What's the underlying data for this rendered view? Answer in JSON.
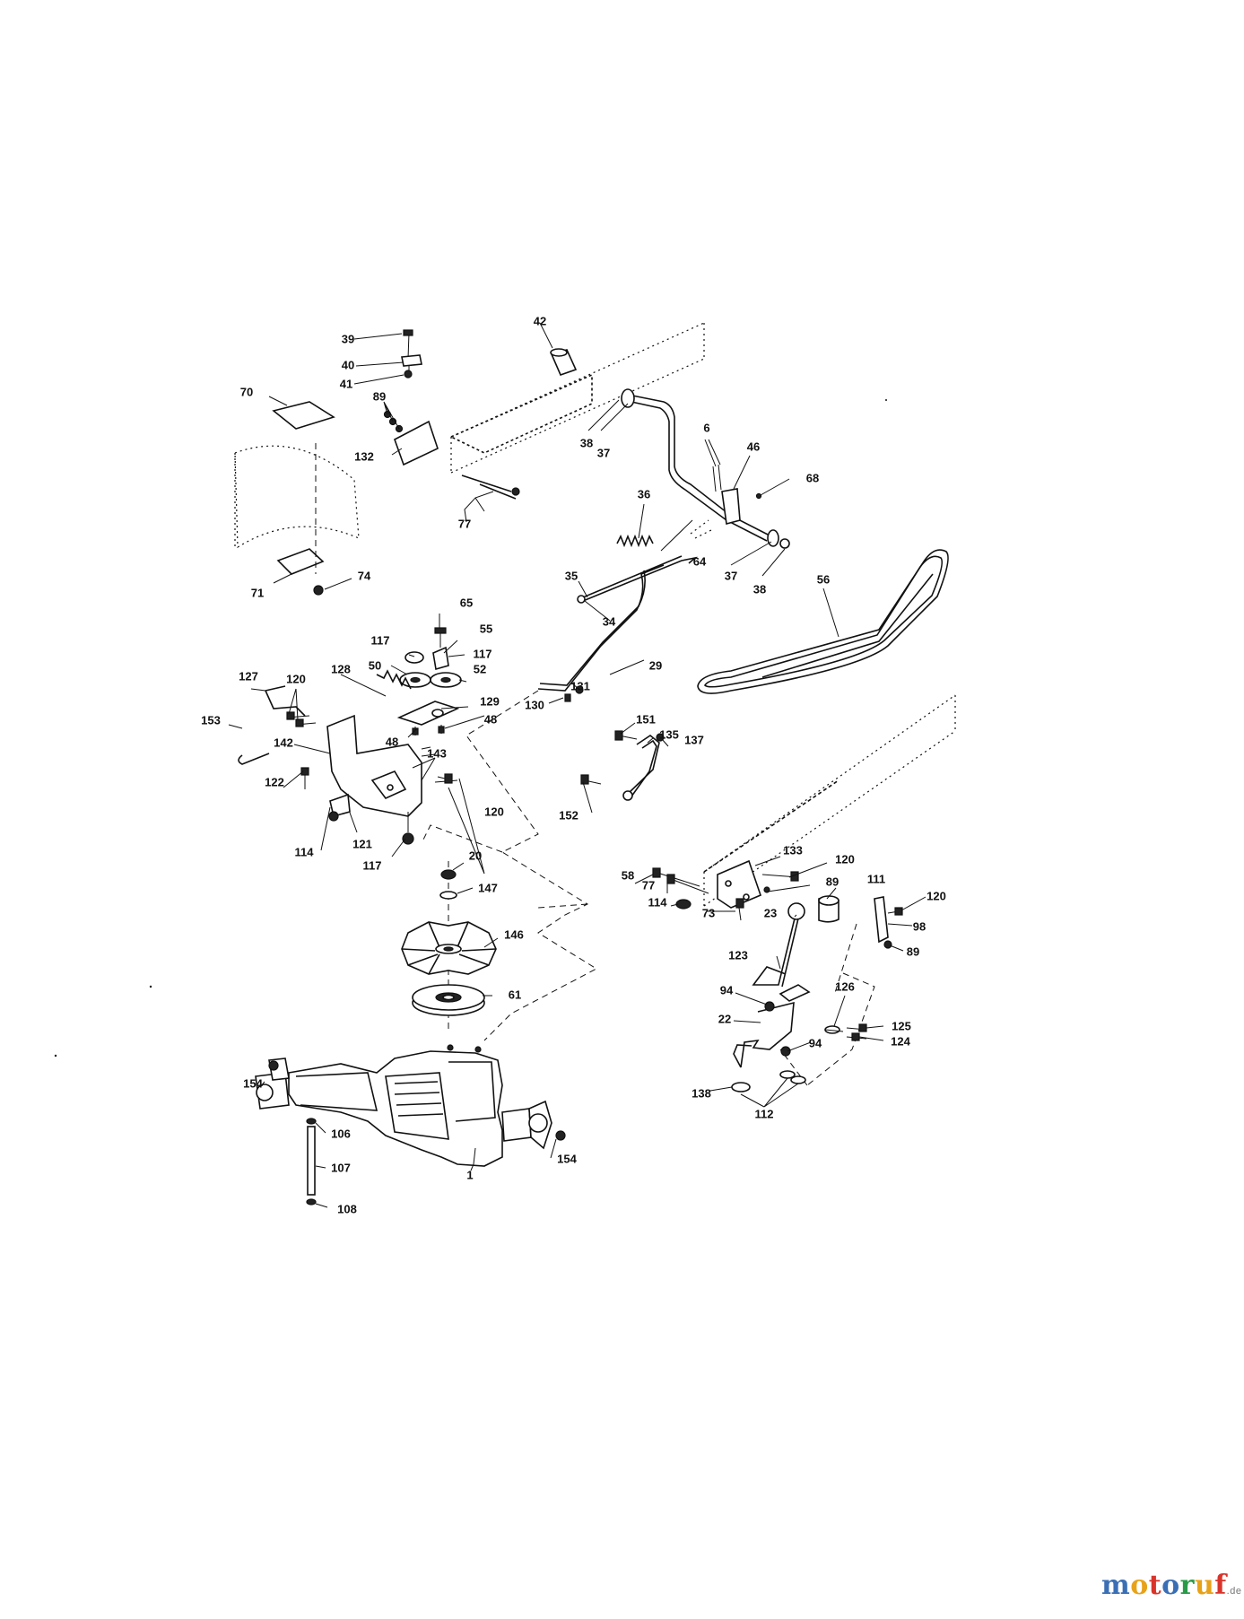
{
  "diagram": {
    "callouts": [
      "39",
      "40",
      "41",
      "42",
      "70",
      "89",
      "38",
      "37",
      "132",
      "6",
      "46",
      "68",
      "77",
      "36",
      "64",
      "37b",
      "38b",
      "56",
      "35",
      "34",
      "71",
      "74",
      "65",
      "55",
      "117",
      "117b",
      "50",
      "52",
      "29",
      "131",
      "130",
      "127",
      "120",
      "128",
      "129",
      "48",
      "48b",
      "153",
      "142",
      "143",
      "151",
      "135",
      "137",
      "122",
      "152",
      "120b",
      "114",
      "121",
      "117c",
      "58",
      "77b",
      "133",
      "120c",
      "20",
      "89b",
      "111",
      "147",
      "114b",
      "73",
      "120d",
      "23",
      "98",
      "89c",
      "146",
      "123",
      "94",
      "126",
      "61",
      "22",
      "125",
      "124",
      "94b",
      "154",
      "138",
      "112",
      "106",
      "107",
      "154b",
      "1",
      "108"
    ],
    "labels": {
      "39": "39",
      "40": "40",
      "41": "41",
      "42": "42",
      "70": "70",
      "89": "89",
      "38": "38",
      "37": "37",
      "132": "132",
      "6": "6",
      "46": "46",
      "68": "68",
      "77": "77",
      "36": "36",
      "64": "64",
      "37b": "37",
      "38b": "38",
      "56": "56",
      "35": "35",
      "34": "34",
      "71": "71",
      "74": "74",
      "65": "65",
      "55": "55",
      "117": "117",
      "117b": "117",
      "50": "50",
      "52": "52",
      "29": "29",
      "131": "131",
      "130": "130",
      "127": "127",
      "120": "120",
      "128": "128",
      "129": "129",
      "48": "48",
      "48b": "48",
      "153": "153",
      "142": "142",
      "143": "143",
      "151": "151",
      "135": "135",
      "137": "137",
      "122": "122",
      "152": "152",
      "120b": "120",
      "114": "114",
      "121": "121",
      "117c": "117",
      "58": "58",
      "77b": "77",
      "133": "133",
      "120c": "120",
      "20": "20",
      "89b": "89",
      "111": "111",
      "147": "147",
      "114b": "114",
      "73": "73",
      "120d": "120",
      "23": "23",
      "98": "98",
      "89c": "89",
      "146": "146",
      "123": "123",
      "94": "94",
      "126": "126",
      "61": "61",
      "22": "22",
      "125": "125",
      "124": "124",
      "94b": "94",
      "154": "154",
      "138": "138",
      "112": "112",
      "106": "106",
      "107": "107",
      "154b": "154",
      "1": "1",
      "108": "108"
    }
  },
  "watermark": {
    "letters": [
      "m",
      "o",
      "t",
      "o",
      "r",
      "u",
      "f"
    ],
    "colors": [
      "#3a6fb5",
      "#e8a21a",
      "#d9342b",
      "#3a6fb5",
      "#2a9a48",
      "#e8a21a",
      "#d9342b"
    ],
    "suffix": ".de"
  }
}
